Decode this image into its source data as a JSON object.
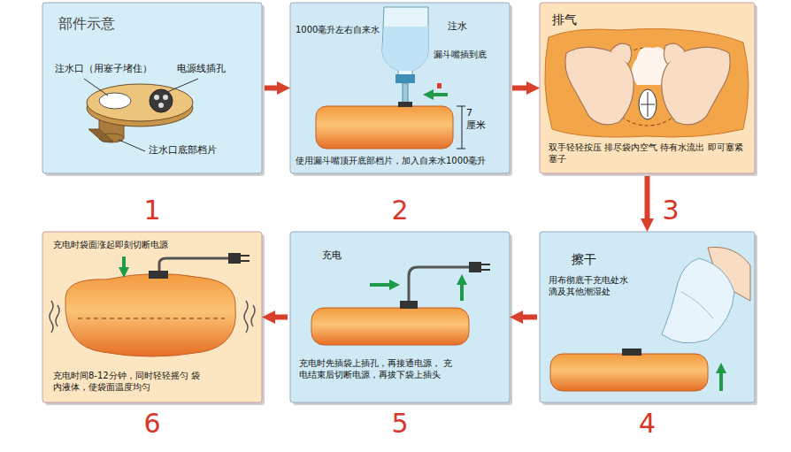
{
  "diagram": {
    "nodes": [
      {
        "text": [
          "部件示意",
          "注水口（用塞子堵住）",
          "电源线插孔",
          "注水口底部档片",
          "1"
        ]
      },
      {
        "text": [
          "1000毫升左右自来水",
          "注水",
          "漏斗嘴插到底",
          "7 厘米",
          "使用漏斗嘴顶开底部档片，加入自来水1000毫升",
          "2"
        ]
      },
      {
        "text": [
          "排气",
          "双手轻轻按压 排尽袋内空气 待有水流出 即可塞紧塞子",
          "3"
        ]
      },
      {
        "text": [
          "擦干",
          "用布彻底干充电处水 滴及其他潮湿处",
          "4"
        ]
      },
      {
        "text": [
          "充电",
          "充电时先插袋上插孔，再接通电源， 充电结束后切断电源，再拔下袋上插头",
          "5"
        ]
      },
      {
        "text": [
          "充电时袋面涨起即刻切断电源",
          "充电时间8-12分钟，同时轻轻摇匀 袋内液体，使袋面温度均匀",
          "6"
        ]
      }
    ],
    "edges": [
      {
        "from": 0,
        "to": 1,
        "arrow": "to"
      },
      {
        "from": 1,
        "to": 2,
        "arrow": "to"
      },
      {
        "from": 2,
        "to": 3,
        "arrow": "to"
      },
      {
        "from": 3,
        "to": 4,
        "arrow": "to"
      },
      {
        "from": 4,
        "to": 5,
        "arrow": "to"
      }
    ]
  }
}
